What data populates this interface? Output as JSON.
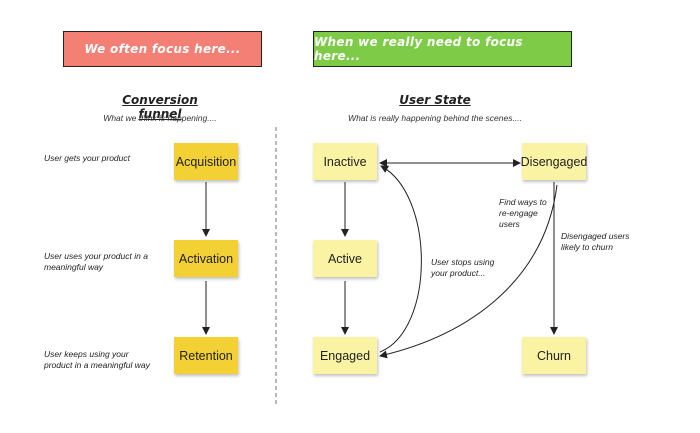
{
  "banners": {
    "left": "We often focus here...",
    "right": "When we really need to focus here..."
  },
  "funnel": {
    "heading": "Conversion funnel",
    "subtitle": "What we think is happening....",
    "stages": [
      "Acquisition",
      "Activation",
      "Retention"
    ],
    "notes": [
      "User gets your product",
      "User uses your product in a meaningful way",
      "User keeps using your product in a meaningful way"
    ]
  },
  "user_state": {
    "heading": "User State",
    "subtitle": "What is really happening behind the scenes....",
    "states": {
      "inactive": "Inactive",
      "active": "Active",
      "engaged": "Engaged",
      "disengaged": "Disengaged",
      "churn": "Churn"
    },
    "annotations": {
      "stops_using": "User stops using your product...",
      "re_engage": "Find ways to re-engage users",
      "likely_churn": "Disengaged users likely to churn"
    }
  },
  "colors": {
    "banner_left": "#f47f74",
    "banner_right": "#7dcb47",
    "sticky_dark": "#f3d033",
    "sticky_light": "#fbf3a4"
  }
}
